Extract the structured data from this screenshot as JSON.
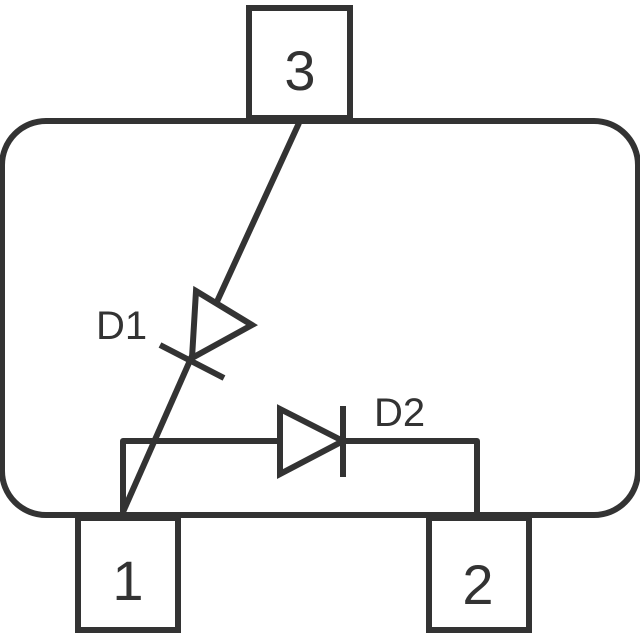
{
  "colors": {
    "line": "#333333",
    "background": "#ffffff"
  },
  "pins": {
    "pin1": "1",
    "pin2": "2",
    "pin3": "3"
  },
  "diodes": {
    "d1_label": "D1",
    "d2_label": "D2"
  }
}
